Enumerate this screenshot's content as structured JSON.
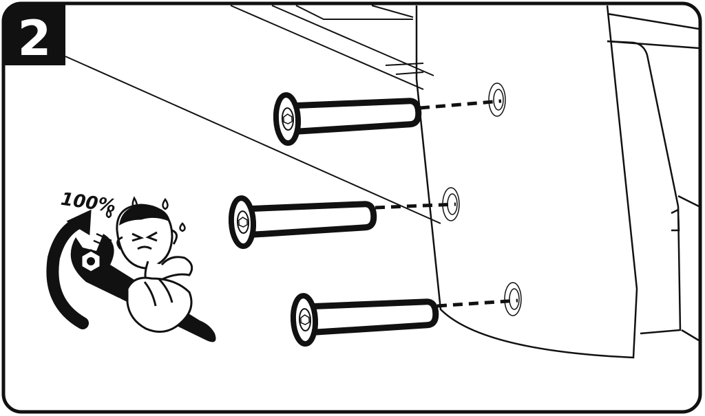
{
  "step": {
    "number": "2"
  },
  "torque_note": {
    "text": "100%"
  },
  "icons": {
    "step_badge": "step-number-badge",
    "wrench": "wrench-icon",
    "character": "straining-person-icon",
    "rotation_arrow": "rotation-arrow-icon",
    "bolt": "bolt-icon"
  },
  "colors": {
    "ink": "#111111",
    "paper": "#ffffff"
  }
}
